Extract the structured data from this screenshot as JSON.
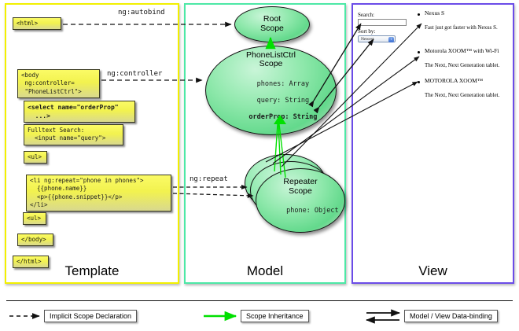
{
  "columns": {
    "template": {
      "title": "Template",
      "border_color": "#f2f000"
    },
    "model": {
      "title": "Model",
      "border_color": "#4de8a6"
    },
    "view": {
      "title": "View",
      "border_color": "#6b4ce8"
    }
  },
  "template": {
    "boxes": [
      {
        "id": "html-open",
        "text": "<html>"
      },
      {
        "id": "body-open",
        "text": "<body\n ng:controller=\n \"PhoneListCtrl\">"
      },
      {
        "id": "select",
        "text": "<select name=\"orderProp\"\n  ...>"
      },
      {
        "id": "fulltext",
        "text": "Fulltext Search:\n  <input name=\"query\">"
      },
      {
        "id": "ul-open",
        "text": "<ul>"
      },
      {
        "id": "li-repeat",
        "text": "<li ng:repeat=\"phone in phones\">\n  {{phone.name}}\n  <p>{{phone.snippet}}</p>\n</li>"
      },
      {
        "id": "ul-close",
        "text": "<ul>"
      },
      {
        "id": "body-close",
        "text": "</body>"
      },
      {
        "id": "html-close",
        "text": "</html>"
      }
    ]
  },
  "edges": {
    "autobind": "ng:autobind",
    "controller": "ng:controller",
    "repeat": "ng:repeat"
  },
  "model": {
    "scopes": [
      {
        "id": "root",
        "title": "Root\nScope",
        "title_line1": "Root",
        "title_line2": "Scope",
        "props": []
      },
      {
        "id": "phonelist",
        "title": "PhoneListCtrl\nScope",
        "title_line1": "PhoneListCtrl",
        "title_line2": "Scope",
        "props": [
          "phones: Array",
          "query: String",
          "orderProp: String"
        ],
        "bold_prop": "orderProp: String"
      },
      {
        "id": "repeater",
        "title": "Repeater\nScope",
        "title_line1": "Repeater",
        "title_line2": "Scope",
        "props": [
          "phone: Object"
        ]
      }
    ]
  },
  "view": {
    "search_label": "Search:",
    "search_value": "",
    "sort_label": "Sort by:",
    "sort_selected": "Newest",
    "phones": [
      {
        "name": "Nexus S",
        "snippet": "Fast just got faster with Nexus S."
      },
      {
        "name": "Motorola XOOM™ with Wi-Fi",
        "snippet": "The Next, Next Generation tablet."
      },
      {
        "name": "MOTOROLA XOOM™",
        "snippet": "The Next, Next Generation tablet."
      }
    ]
  },
  "legend": {
    "items": [
      {
        "id": "implicit",
        "label": "Implicit Scope Declaration",
        "arrow": "dashed-arrow",
        "color": "#111111"
      },
      {
        "id": "inheritance",
        "label": "Scope Inheritance",
        "arrow": "green-arrow",
        "color": "#00e000"
      },
      {
        "id": "databinding",
        "label": "Model / View Data-binding",
        "arrow": "double-arrow",
        "color": "#111111"
      }
    ]
  }
}
